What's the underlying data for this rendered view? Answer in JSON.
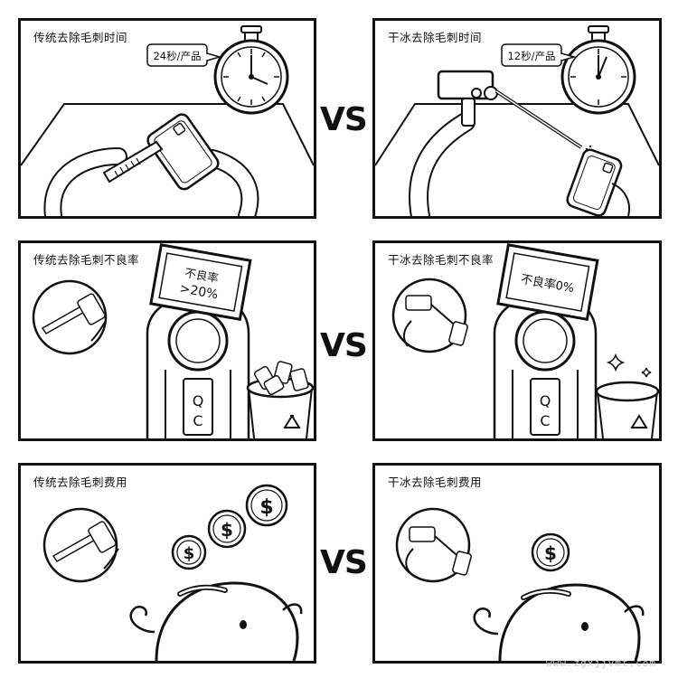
{
  "rows": [
    {
      "left": {
        "title": "传统去除毛刺时间",
        "bubble": "24秒/产品"
      },
      "right": {
        "title": "干冰去除毛刺时间",
        "bubble": "12秒/产品"
      },
      "vs": "VS"
    },
    {
      "left": {
        "title": "传统去除毛刺不良率",
        "sign_line1": "不良率",
        "sign_line2": ">20%",
        "badge": "QC"
      },
      "right": {
        "title": "干冰去除毛刺不良率",
        "sign_line1": "不良率0%",
        "badge": "QC"
      },
      "vs": "VS"
    },
    {
      "left": {
        "title": "传统去除毛刺费用"
      },
      "right": {
        "title": "干冰去除毛刺费用"
      },
      "vs": "VS"
    }
  ],
  "coin_symbol": "$",
  "watermark": "www.zgxjjvmt.com",
  "icons": [
    "stopwatch-icon",
    "recycle-icon",
    "dollar-coin-icon",
    "piggy-bank-icon",
    "sparkle-icon",
    "dry-ice-gun-icon",
    "phone-case-icon",
    "hand-knife-icon"
  ]
}
